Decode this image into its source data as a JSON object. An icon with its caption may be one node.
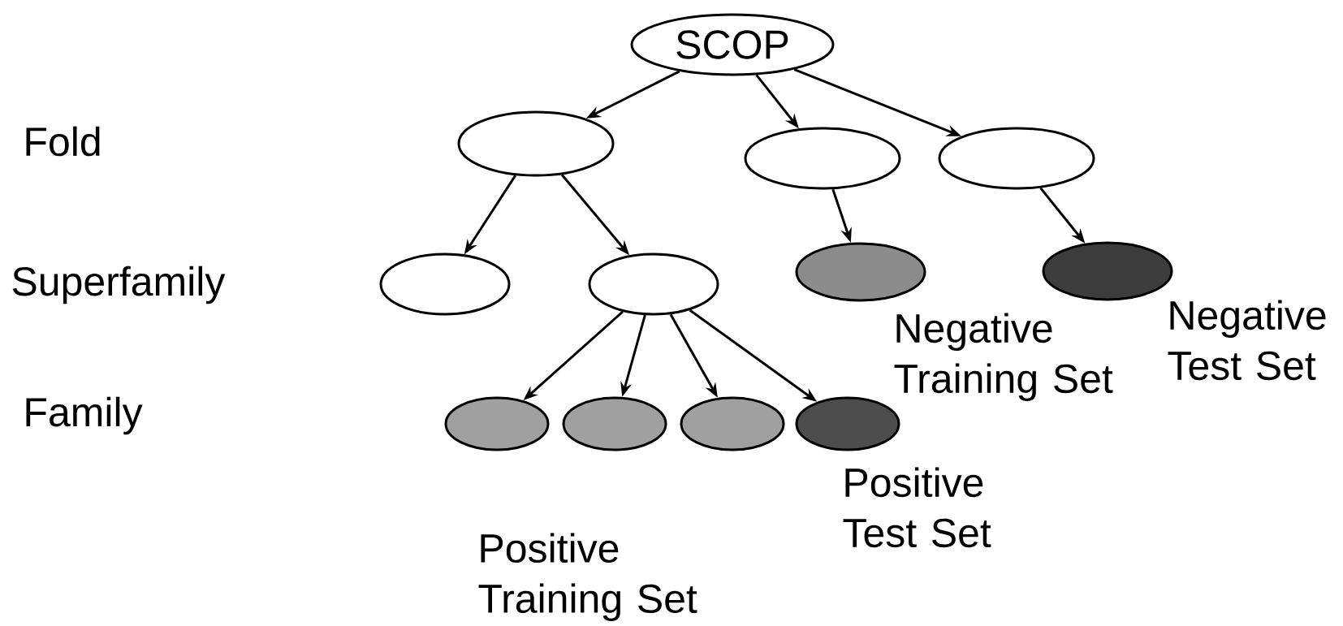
{
  "diagram": {
    "nodes": [
      {
        "text": [
          "SCOP"
        ]
      },
      {
        "text": [],
        "shape": "ellipse"
      },
      {
        "text": [],
        "shape": "ellipse"
      },
      {
        "text": [],
        "shape": "ellipse"
      },
      {
        "text": [],
        "shape": "ellipse"
      },
      {
        "text": [],
        "shape": "ellipse"
      },
      {
        "text": [],
        "shape": "ellipse",
        "beside": [
          "Negative Training Set"
        ]
      },
      {
        "text": [],
        "shape": "ellipse",
        "beside": [
          "Negative Test Set"
        ]
      },
      {
        "text": [],
        "shape": "ellipse"
      },
      {
        "text": [],
        "shape": "ellipse"
      },
      {
        "text": [],
        "shape": "ellipse"
      },
      {
        "text": [],
        "shape": "ellipse",
        "beside": [
          "Positive Test Set"
        ]
      }
    ],
    "edges": [
      {
        "from": 0,
        "to": 1,
        "arrow": "to"
      },
      {
        "from": 0,
        "to": 2,
        "arrow": "to"
      },
      {
        "from": 0,
        "to": 3,
        "arrow": "to"
      },
      {
        "from": 1,
        "to": 4,
        "arrow": "to"
      },
      {
        "from": 1,
        "to": 5,
        "arrow": "to"
      },
      {
        "from": 2,
        "to": 6,
        "arrow": "to"
      },
      {
        "from": 3,
        "to": 7,
        "arrow": "to"
      },
      {
        "from": 5,
        "to": 8,
        "arrow": "to"
      },
      {
        "from": 5,
        "to": 9,
        "arrow": "to"
      },
      {
        "from": 5,
        "to": 10,
        "arrow": "to"
      },
      {
        "from": 5,
        "to": 11,
        "arrow": "to"
      }
    ],
    "labels": [
      "Fold",
      "Superfamily",
      "Family",
      "Positive Training Set"
    ]
  }
}
